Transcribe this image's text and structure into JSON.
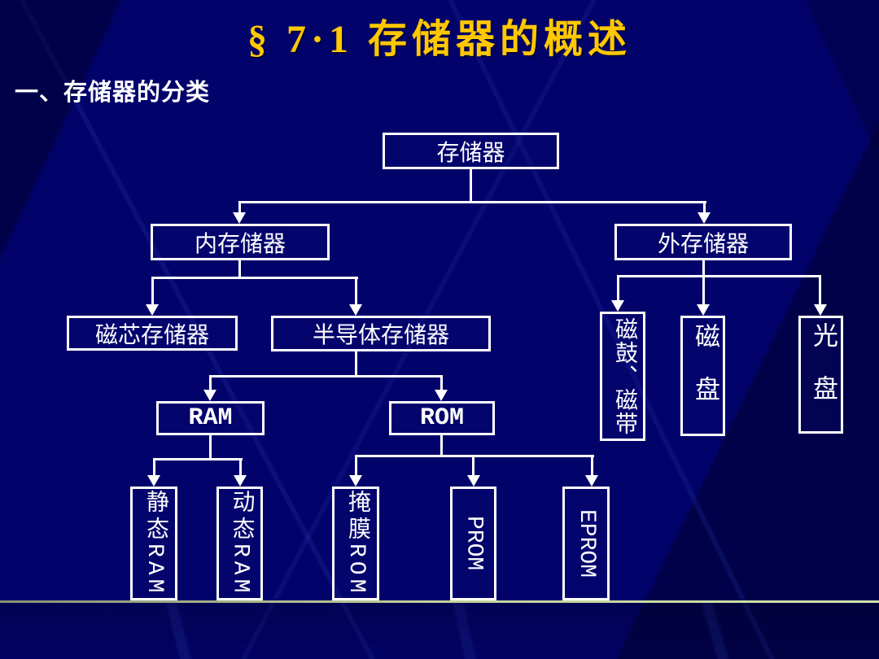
{
  "slide": {
    "title": "§ 7·1 存储器的概述",
    "heading": "一、存储器的分类"
  },
  "colors": {
    "background": "#02026B",
    "title_text": "#FFC800",
    "body_text": "#FFFFFF",
    "box_border": "#FFFFFF",
    "connector": "#FFFFFF",
    "divider": "#C2D29A"
  },
  "diagram": {
    "nodes": {
      "root": "存储器",
      "internal": "内存储器",
      "external": "外存储器",
      "core": "磁芯存储器",
      "semiconductor": "半导体存储器",
      "ram": "RAM",
      "rom": "ROM",
      "static_ram": "静态RAM",
      "dynamic_ram": "动态RAM",
      "mask_rom": "掩膜ROM",
      "prom": "PROM",
      "eprom": "EPROM",
      "drum_tape": "磁鼓、磁带",
      "disk": "磁盘",
      "optical": "光盘"
    }
  }
}
